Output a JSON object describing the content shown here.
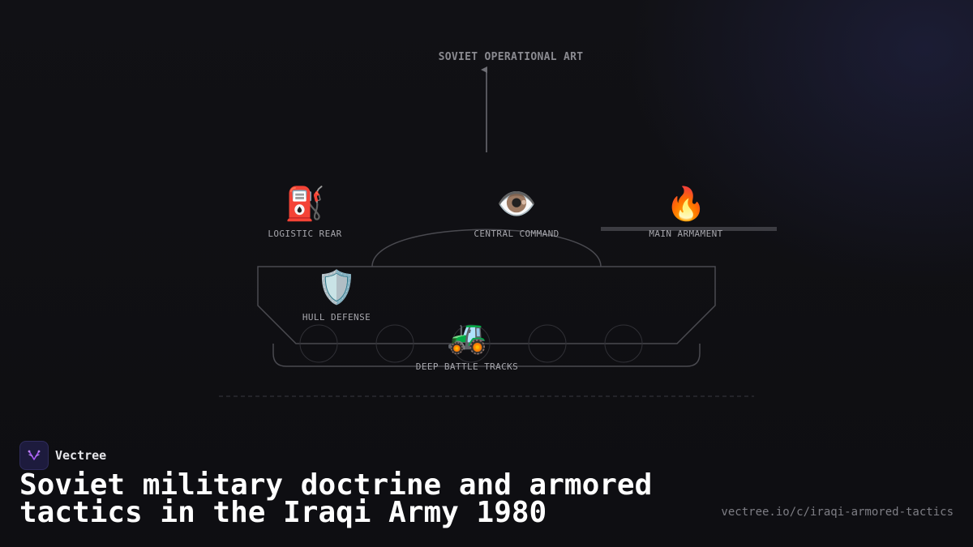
{
  "diagram": {
    "top_label": "SOVIET OPERATIONAL ART",
    "nodes": {
      "logistic_rear": {
        "icon": "⛽",
        "icon_name": "fuel-pump-icon",
        "label": "LOGISTIC REAR"
      },
      "central_command": {
        "icon": "👁️",
        "icon_name": "eye-icon",
        "label": "CENTRAL COMMAND"
      },
      "main_armament": {
        "icon": "🔥",
        "icon_name": "fire-icon",
        "label": "MAIN ARMAMENT"
      },
      "hull_defense": {
        "icon": "🛡️",
        "icon_name": "shield-icon",
        "label": "HULL DEFENSE"
      },
      "deep_battle_tracks": {
        "icon": "🚜",
        "icon_name": "tractor-icon",
        "label": "DEEP BATTLE TRACKS"
      }
    }
  },
  "brand": {
    "name": "Vectree",
    "logo_color": "#1d1b3d"
  },
  "page": {
    "title": "Soviet military doctrine and armored tactics in the Iraqi Army 1980",
    "url": "vectree.io/c/iraqi-armored-tactics"
  },
  "colors": {
    "background": "#111115",
    "outline": "#4a4a50",
    "accent": "#a855f7"
  }
}
